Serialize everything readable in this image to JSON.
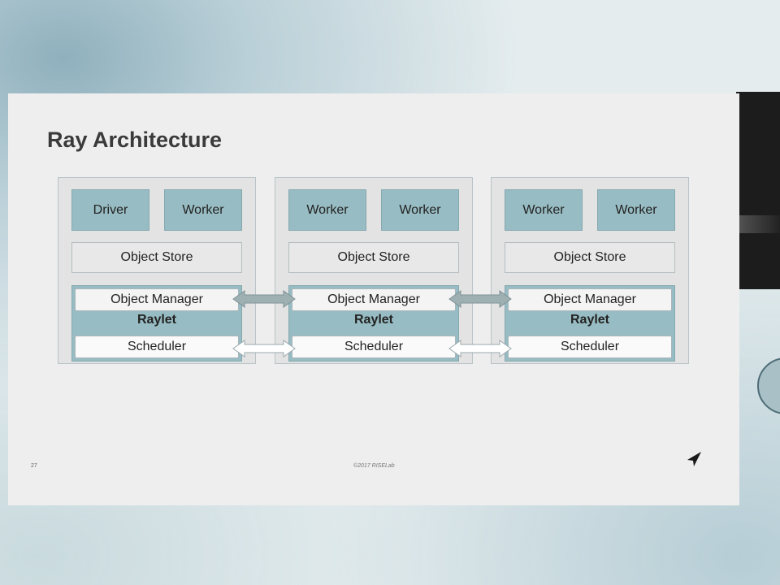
{
  "slide": {
    "title": "Ray Architecture",
    "page_number": "27",
    "copyright": "©2017 RISELab"
  },
  "nodes": [
    {
      "proc_a": "Driver",
      "proc_b": "Worker",
      "store": "Object Store",
      "object_manager": "Object Manager",
      "raylet": "Raylet",
      "scheduler": "Scheduler"
    },
    {
      "proc_a": "Worker",
      "proc_b": "Worker",
      "store": "Object Store",
      "object_manager": "Object Manager",
      "raylet": "Raylet",
      "scheduler": "Scheduler"
    },
    {
      "proc_a": "Worker",
      "proc_b": "Worker",
      "store": "Object Store",
      "object_manager": "Object Manager",
      "raylet": "Raylet",
      "scheduler": "Scheduler"
    }
  ],
  "colors": {
    "process_box": "#98bcc3",
    "om_arrow": "#9fb0b3",
    "sched_arrow": "#ffffff"
  },
  "icons": {
    "logo": "paper-plane-icon"
  }
}
